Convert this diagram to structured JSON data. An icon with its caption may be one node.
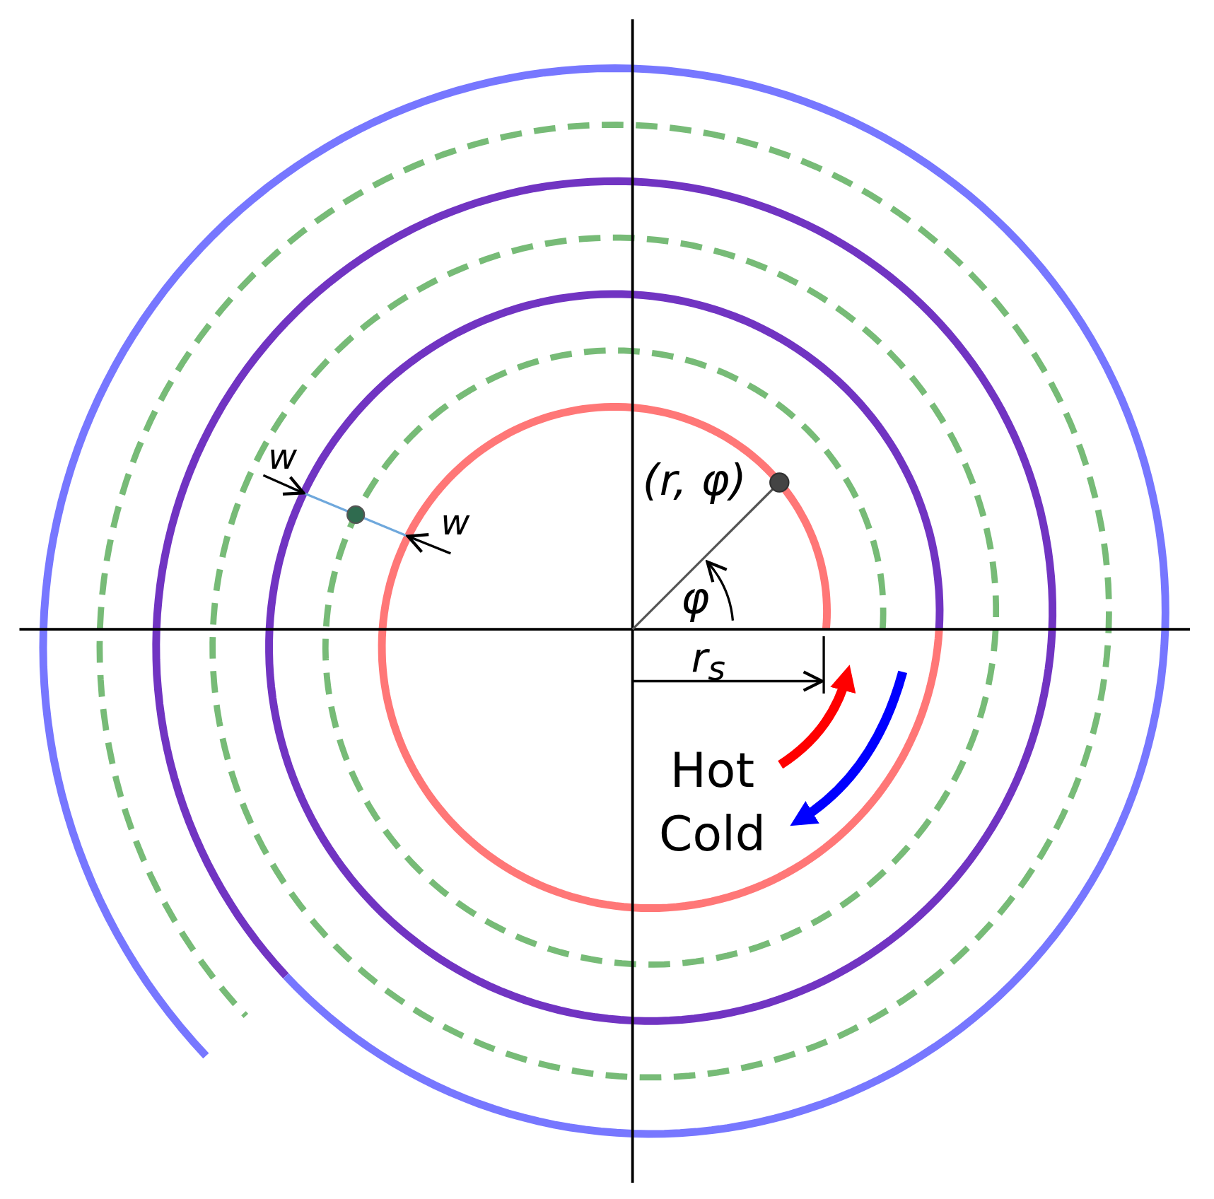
{
  "diagram": {
    "labels": [
      "w",
      "(r, φ)",
      "w",
      "φ",
      "r$_{s}$",
      "Hot",
      "Cold"
    ]
  }
}
